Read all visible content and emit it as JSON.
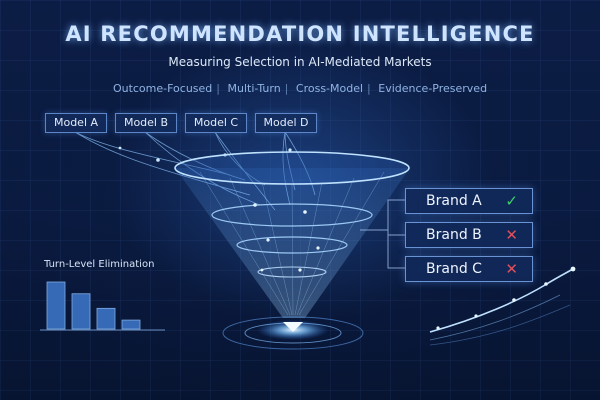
{
  "header": {
    "title": "AI RECOMMENDATION INTELLIGENCE",
    "subtitle": "Measuring Selection in AI-Mediated Markets",
    "tags": [
      "Outcome-Focused",
      "Multi-Turn",
      "Cross-Model",
      "Evidence-Preserved"
    ]
  },
  "models": [
    "Model A",
    "Model B",
    "Model C",
    "Model D"
  ],
  "brands": [
    {
      "label": "Brand A",
      "status": "selected",
      "icon": "check-icon"
    },
    {
      "label": "Brand B",
      "status": "eliminated",
      "icon": "cross-icon"
    },
    {
      "label": "Brand C",
      "status": "eliminated",
      "icon": "cross-icon"
    }
  ],
  "elimination": {
    "label": "Turn-Level Elimination",
    "levels": [
      1.0,
      0.75,
      0.44,
      0.19
    ]
  },
  "colors": {
    "accent": "#6fb6ff",
    "check": "#3fcf6a",
    "cross": "#e0505a",
    "background": "#0a1838"
  }
}
